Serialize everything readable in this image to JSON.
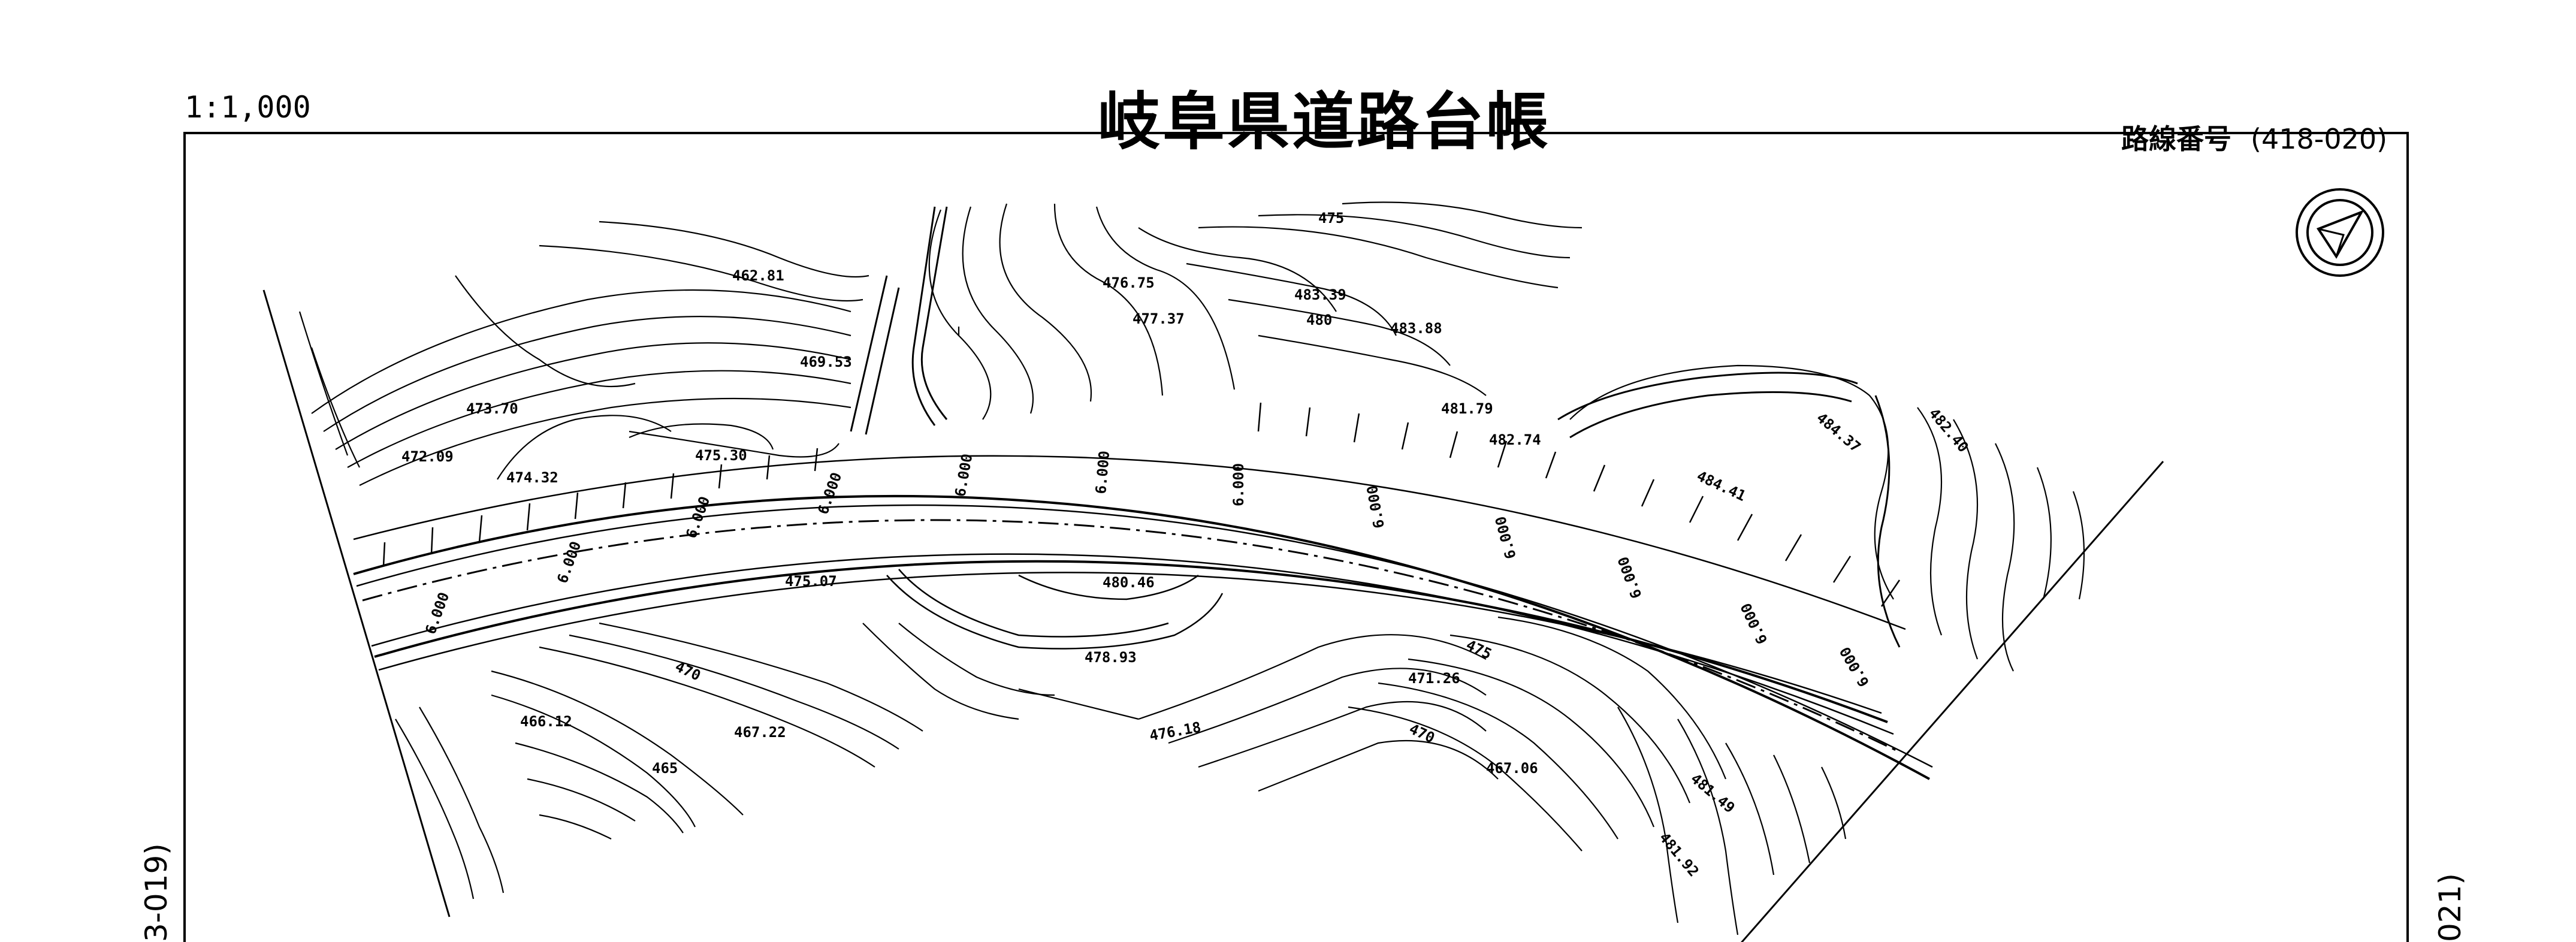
{
  "header": {
    "scale": "1:1,000",
    "title": "岐阜県道路台帳",
    "route_label": "路線番号",
    "route_number": "(418-020)"
  },
  "sheet_refs": {
    "previous": "3-019)",
    "next": "021)"
  },
  "map": {
    "north_arrow_icon": "north-arrow-icon",
    "road_width_label": "6.000",
    "elevations": [
      "475",
      "462.81",
      "476.75",
      "483.39",
      "477.37",
      "480",
      "483.88",
      "469.53",
      "473.70",
      "481.79",
      "482.74",
      "484.37",
      "482.40",
      "472.09",
      "475.30",
      "474.32",
      "484.41",
      "480.46",
      "475.07",
      "478.93",
      "470",
      "475",
      "471.26",
      "466.12",
      "467.22",
      "465",
      "476.18",
      "470",
      "467.06",
      "481.49",
      "481.92"
    ]
  }
}
